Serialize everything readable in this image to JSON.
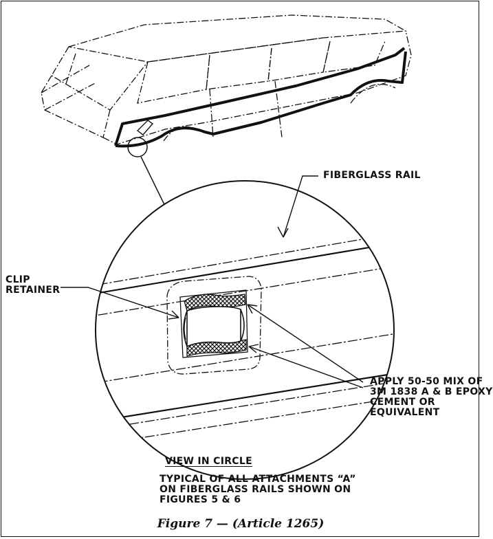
{
  "labels": {
    "fiberglass_rail": "FIBERGLASS RAIL",
    "clip_retainer": [
      "CLIP",
      "RETAINER"
    ],
    "apply_note": [
      "APPLY 50-50 MIX OF",
      "3M 1838 A & B EPOXY",
      "CEMENT OR",
      "EQUIVALENT"
    ],
    "view_heading": "VIEW IN CIRCLE",
    "typical_note": [
      "TYPICAL OF ALL ATTACHMENTS “A”",
      "ON FIBERGLASS RAILS SHOWN ON",
      "FIGURES 5 & 6"
    ]
  },
  "caption": "Figure 7 — (Article 1265)"
}
